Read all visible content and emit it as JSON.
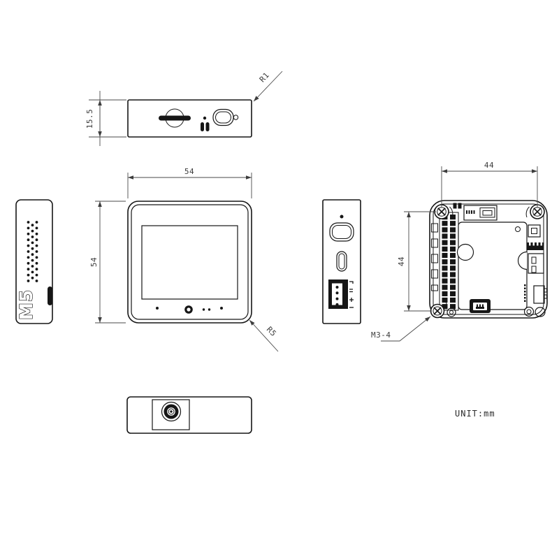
{
  "drawing": {
    "unit_label": "UNIT:mm",
    "logo_label": "M5",
    "dimensions": {
      "top_height": "15.5",
      "front_width": "54",
      "front_height": "54",
      "back_width": "44",
      "back_height": "44"
    },
    "annotations": {
      "top_corner_radius": "R1",
      "front_corner_radius": "R5",
      "screw_spec": "M3-4"
    }
  }
}
